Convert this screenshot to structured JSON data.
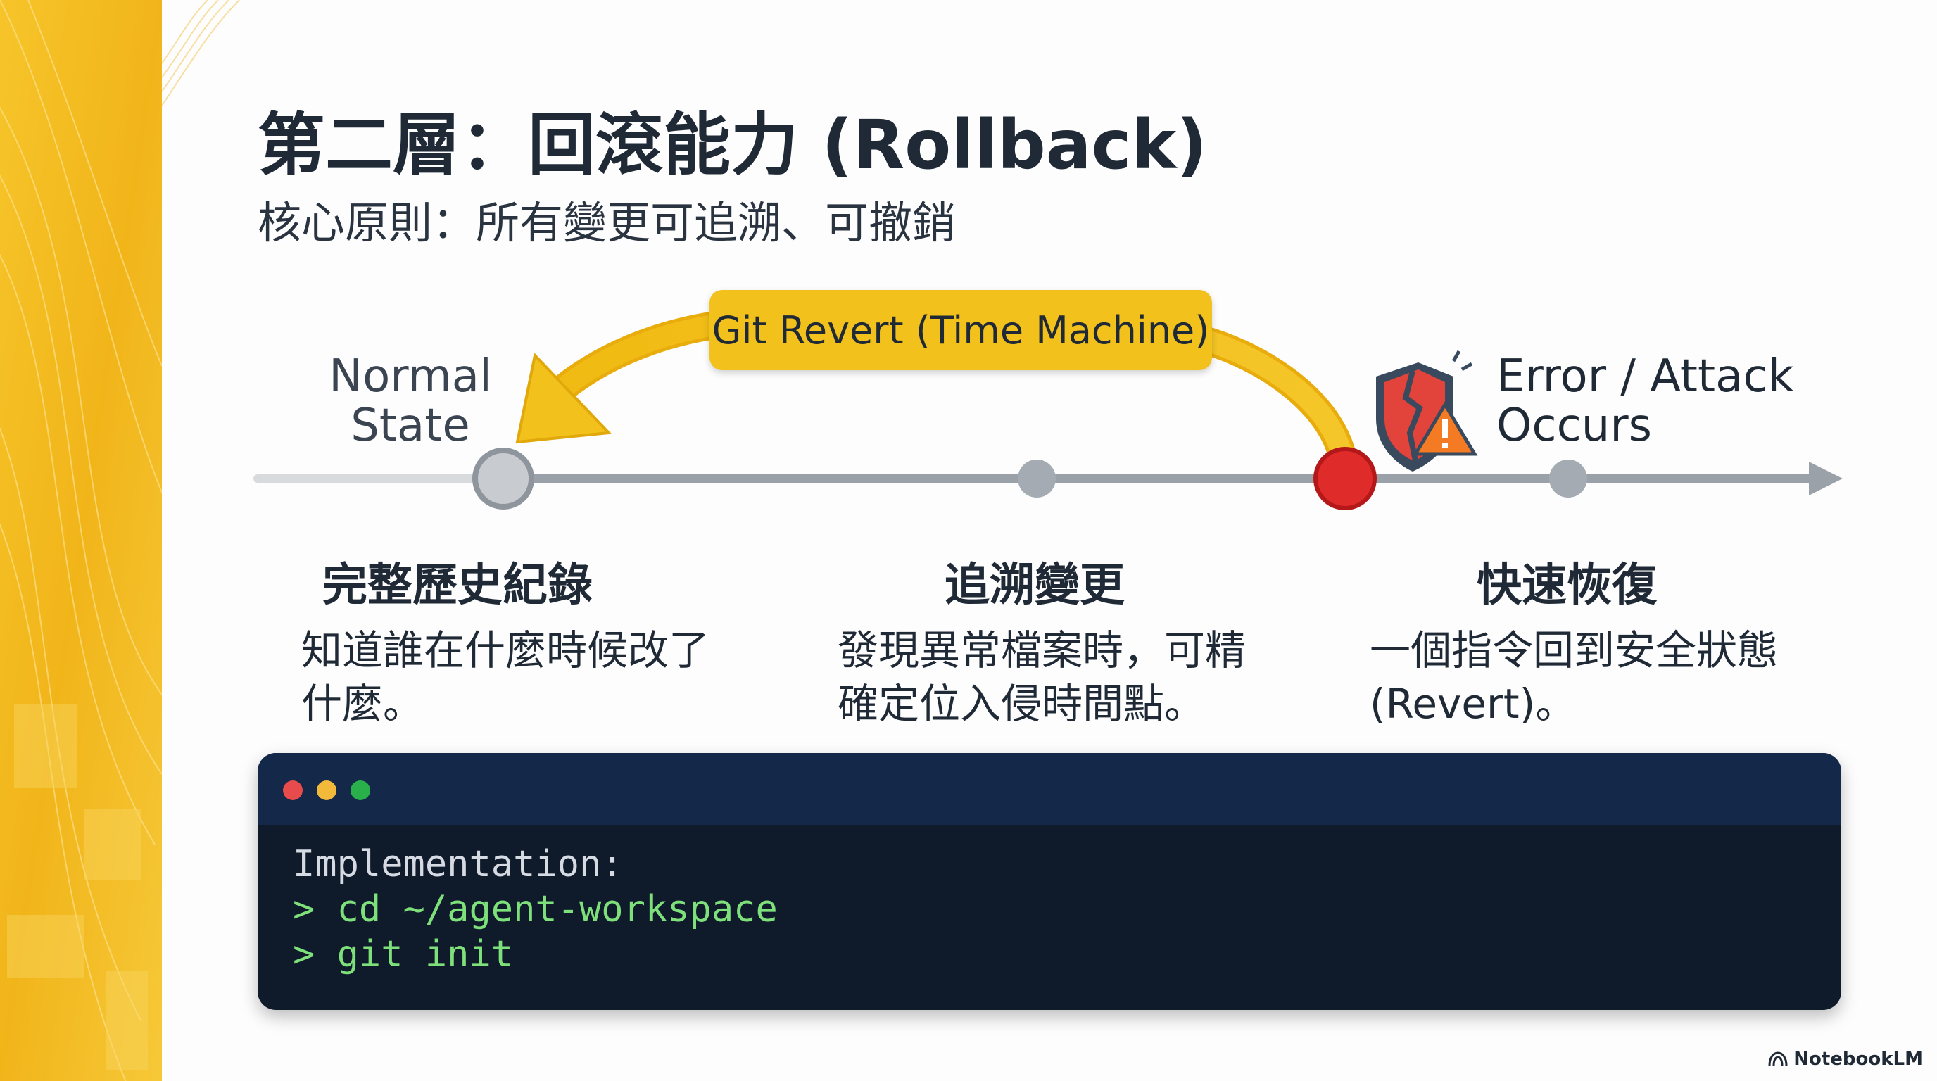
{
  "title": "第二層：回滾能力 (Rollback)",
  "subtitle": "核心原則：所有變更可追溯、可撤銷",
  "diagram": {
    "revert_label": "Git Revert (Time Machine)",
    "normal_state": [
      "Normal",
      "State"
    ],
    "error_state": [
      "Error / Attack",
      "Occurs"
    ],
    "colors": {
      "accent": "#f3c11b",
      "timeline": "#9aa1a8",
      "normal_node": "#c8cbcf",
      "error_node": "#e02b2b"
    }
  },
  "steps": [
    {
      "heading": "完整歷史紀錄",
      "body": [
        "知道誰在什麼時候改了",
        "什麼。"
      ]
    },
    {
      "heading": "追溯變更",
      "body": [
        "發現異常檔案時，可精",
        "確定位入侵時間點。"
      ]
    },
    {
      "heading": "快速恢復",
      "body": [
        "一個指令回到安全狀態",
        "(Revert)。"
      ]
    }
  ],
  "terminal": {
    "heading": "Implementation:",
    "prompt": ">",
    "commands": [
      "cd ~/agent-workspace",
      "git init"
    ]
  },
  "brand": "NotebookLM"
}
